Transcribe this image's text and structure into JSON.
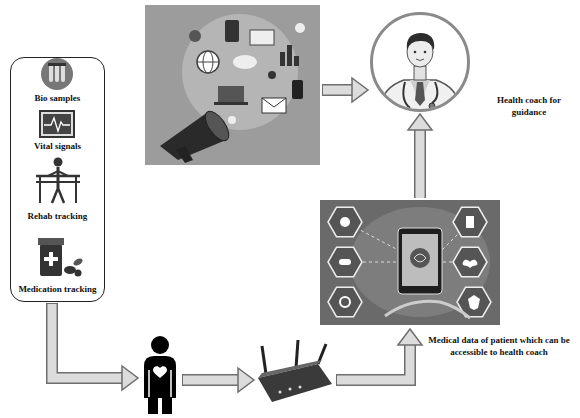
{
  "diagram": {
    "nodes": [
      {
        "text": [
          "Bio samples",
          "Vital signals",
          "Rehab tracking",
          "Medication tracking"
        ]
      },
      {
        "text": [
          "Health coach for guidance"
        ]
      },
      {
        "text": [
          "Medical data of patient which can be accessible to health coach"
        ]
      }
    ],
    "edges": [
      {
        "from": 2,
        "to": 1,
        "arrow": "to"
      }
    ]
  }
}
